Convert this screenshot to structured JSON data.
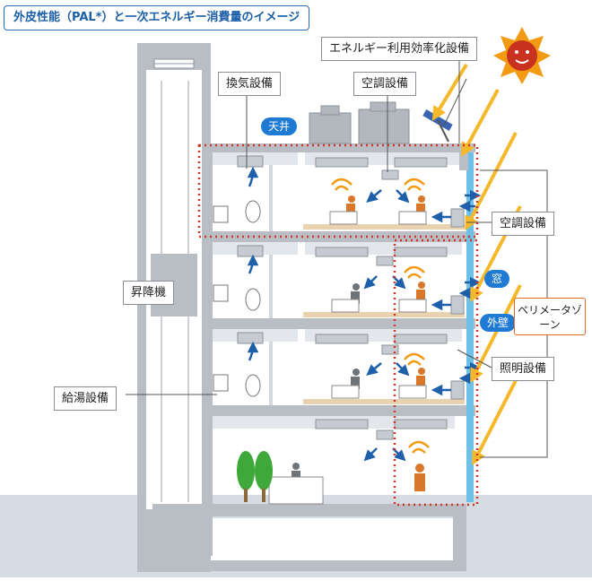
{
  "title": "外皮性能（PAL*）と一次エネルギー消費量のイメージ",
  "labels": {
    "energy_efficiency": "エネルギー利用効率化設備",
    "ventilation": "換気設備",
    "ac_top": "空調設備",
    "ac_side": "空調設備",
    "elevator": "昇降機",
    "hot_water": "給湯設備",
    "lighting": "照明設備",
    "perimeter_zone": "ペリメータゾーン",
    "ceiling": "天井",
    "window": "窓",
    "outer_wall": "外壁"
  },
  "colors": {
    "building": "#cfd3d8",
    "wall": "#bfc4ca",
    "dotted": "#d2362a",
    "glass": "#6ec0e6",
    "sun": "#f29a12",
    "arrow_sun": "#f5b82a",
    "person_orange": "#d9782a",
    "title": "#1a5ea8"
  }
}
